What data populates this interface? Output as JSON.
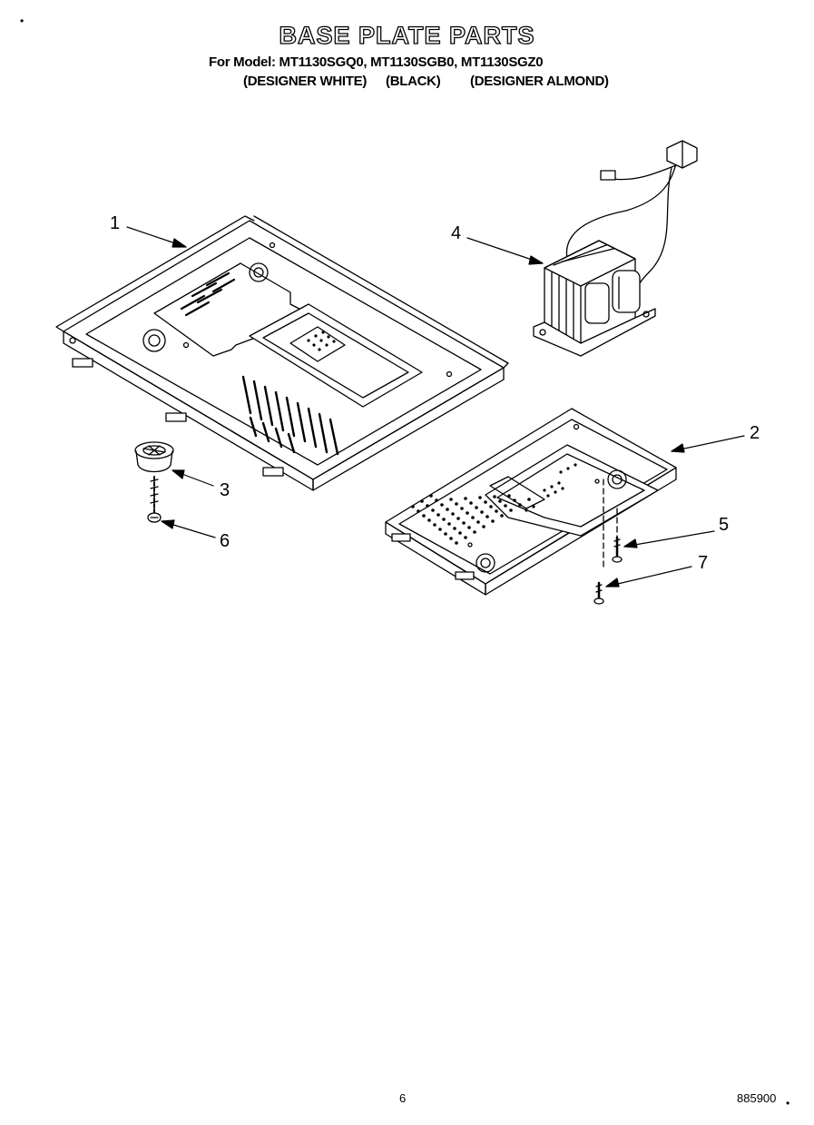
{
  "header": {
    "title": "BASE PLATE PARTS",
    "models_line": "For Model: MT1130SGQ0, MT1130SGB0, MT1130SGZ0",
    "variants": [
      "(DESIGNER WHITE)",
      "(BLACK)",
      "(DESIGNER ALMOND)"
    ]
  },
  "callouts": [
    "1",
    "2",
    "3",
    "4",
    "5",
    "6",
    "7"
  ],
  "footer": {
    "page_number": "6",
    "doc_code": "885900"
  }
}
